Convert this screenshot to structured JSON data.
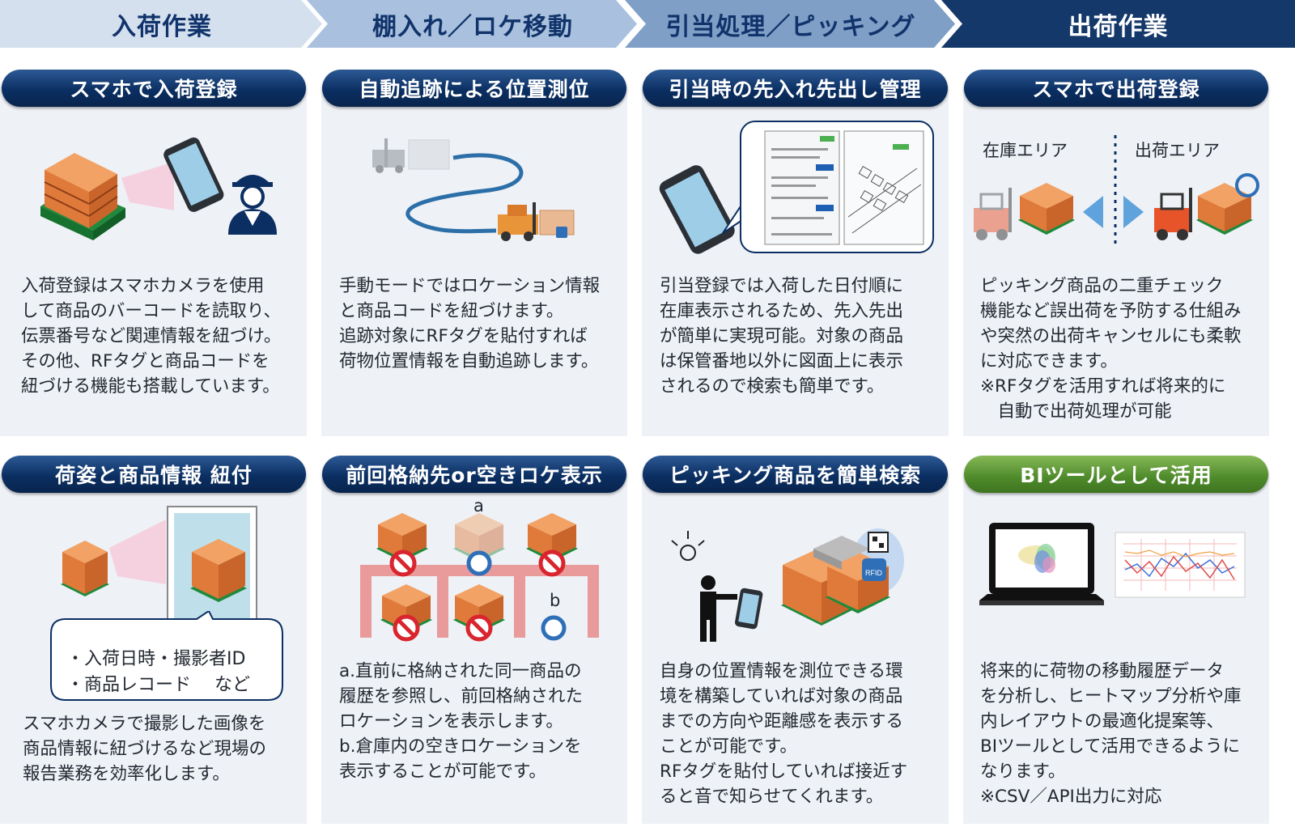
{
  "stages": [
    "入荷作業",
    "棚入れ／ロケ移動",
    "引当処理／ピッキング",
    "出荷作業"
  ],
  "cards": [
    {
      "title": "スマホで入荷登録",
      "desc": "入荷登録はスマホカメラを使用\nして商品のバーコードを読取り、\n伝票番号など関連情報を紐づけ。\nその他、RFタグと商品コードを\n紐づける機能も搭載しています。"
    },
    {
      "title": "自動追跡による位置測位",
      "desc": "手動モードではロケーション情報\nと商品コードを紐づけます。\n追跡対象にRFタグを貼付すれば\n荷物位置情報を自動追跡します。"
    },
    {
      "title": "引当時の先入れ先出し管理",
      "desc": "引当登録では入荷した日付順に\n在庫表示されるため、先入先出\nが簡単に実現可能。対象の商品\nは保管番地以外に図面上に表示\nされるので検索も簡単です。"
    },
    {
      "title": "スマホで出荷登録",
      "desc": "ピッキング商品の二重チェック\n機能など誤出荷を予防する仕組み\nや突然の出荷キャンセルにも柔軟\nに対応できます。\n※RFタグを活用すれば将来的に\n　自動で出荷処理が可能"
    },
    {
      "title": "荷姿と商品情報 紐付",
      "desc": "スマホカメラで撮影した画像を\n商品情報に紐づけるなど現場の\n報告業務を効率化します。"
    },
    {
      "title": "前回格納先or空きロケ表示",
      "desc": "a.直前に格納された同一商品の\n履歴を参照し、前回格納された\nロケーションを表示します。\nb.倉庫内の空きロケーションを\n表示することが可能です。"
    },
    {
      "title": "ピッキング商品を簡単検索",
      "desc": "自身の位置情報を測位できる環\n境を構築していれば対象の商品\nまでの方向や距離感を表示する\nことが可能です。\nRFタグを貼付していれば接近す\nると音で知らせてくれます。"
    },
    {
      "title": "BIツールとして活用",
      "desc": "将来的に荷物の移動履歴データ\nを分析し、ヒートマップ分析や庫\n内レイアウトの最適化提案等、\nBIツールとして活用できるように\nなります。\n※CSV／API出力に対応"
    }
  ],
  "shipping_labels": {
    "stock_area": "在庫エリア",
    "ship_area": "出荷エリア"
  },
  "photo_bubble": {
    "line1": "・入荷日時・撮影者ID",
    "line2": "・商品レコード　 など"
  },
  "rack_labels": {
    "a": "a",
    "b": "b"
  },
  "rfid_label": "RFID",
  "colors": {
    "navy": "#0b2f62",
    "green": "#4e8a2a",
    "card_bg": "#eef1f6",
    "stage_dark": "#14386a",
    "stage_light": "#c8d6e8",
    "pallet_green": "#1f8a3c",
    "box_orange": "#e07a3a",
    "forklift_orange": "#e8542a",
    "no_red": "#d9252d",
    "rfid_blue": "#2f6fb7"
  }
}
